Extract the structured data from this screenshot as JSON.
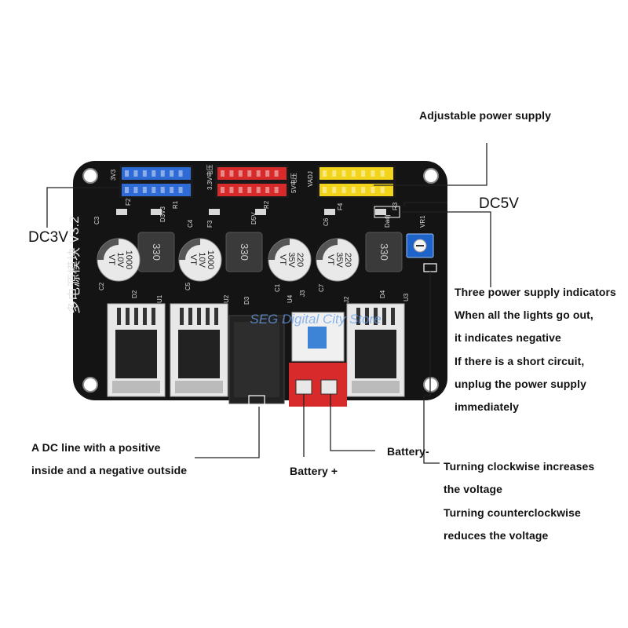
{
  "labels": {
    "adjustable": "Adjustable power supply",
    "dc5v": "DC5V",
    "dc3v": "DC3V",
    "indicators": [
      "Three power supply indicators",
      "When all the lights go out,",
      "it indicates negative",
      "If there is a short circuit,",
      "unplug the power supply",
      "immediately"
    ],
    "dc_line": [
      "A DC line with a positive",
      "inside and a negative outside"
    ],
    "battery_plus": "Battery +",
    "battery_minus": "Battery-",
    "clockwise": [
      "Turning clockwise increases",
      "the voltage",
      "Turning counterclockwise",
      "reduces the voltage"
    ]
  },
  "board": {
    "title": "多电源模块 V3.2",
    "watermark": "SEG Digital City Store",
    "header_labels": {
      "blue": "3V3",
      "red_top": "5V",
      "yellow": "VADJ",
      "red_side": "3.3V电压",
      "five_v": "5V电压"
    },
    "silk": [
      "C3",
      "F2",
      "D3V3",
      "R1",
      "C4",
      "F3",
      "D5V",
      "R2",
      "C6",
      "F4",
      "Dadj",
      "R3",
      "VR1",
      "C2",
      "C5",
      "C1",
      "C7",
      "D2",
      "D3",
      "D4",
      "U1",
      "U2",
      "U3",
      "U4",
      "J2",
      "J3"
    ],
    "inductors": [
      "330",
      "330",
      "330"
    ],
    "caps": [
      {
        "v1": "1000",
        "v2": "10V",
        "v3": "VT"
      },
      {
        "v1": "1000",
        "v2": "10V",
        "v3": "VT"
      },
      {
        "v1": "220",
        "v2": "35V",
        "v3": "VT"
      },
      {
        "v1": "220",
        "v2": "35V",
        "v3": "VT"
      }
    ],
    "colors": {
      "pcb": "#141414",
      "blue": "#2f6bd6",
      "red": "#d82a2a",
      "yellow": "#f2d51a",
      "pot": "#1d63c9"
    }
  }
}
